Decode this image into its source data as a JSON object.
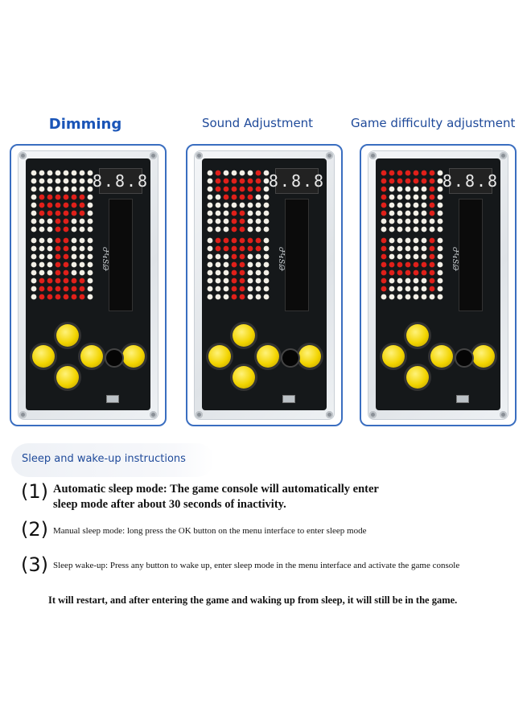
{
  "panels": [
    {
      "title": "Dimming",
      "display": "8.8.8",
      "pattern": "dimming"
    },
    {
      "title": "Sound Adjustment",
      "display": "8.8.8",
      "pattern": "sound"
    },
    {
      "title": "Game difficulty adjustment",
      "display": "8.8.8",
      "pattern": "difficulty"
    }
  ],
  "pcb_brand": "ԺԿՏԹ",
  "section": {
    "title": "Sleep and wake-up instructions"
  },
  "instructions": [
    {
      "num": "(1)",
      "text": "Automatic sleep mode: The game console will automatically enter sleep mode after about 30 seconds of inactivity."
    },
    {
      "num": "(2)",
      "text": "Manual sleep mode: long press the OK button on the menu interface to enter sleep mode"
    },
    {
      "num": "(3)",
      "text": "Sleep wake-up: Press any button to wake up, enter sleep mode in the menu interface and activate the game console"
    }
  ],
  "footer": "It will restart, and after entering the game and waking up from sleep, it will still be in the game.",
  "colors": {
    "accent": "#1a55b8",
    "led_on": "#e0201a",
    "led_off": "#f2efe6",
    "pad": "#f2d400"
  }
}
